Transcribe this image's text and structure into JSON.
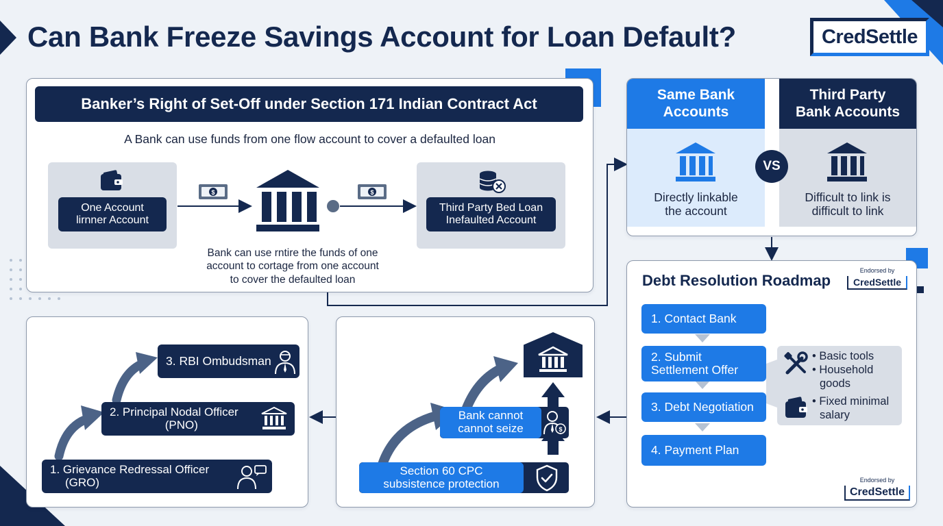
{
  "header": {
    "title": "Can Bank Freeze Savings Account for Loan Default?",
    "logo": "CredSettle"
  },
  "setoff": {
    "banner": "Banker’s Right of Set-Off under Section 171 Indian Contract Act",
    "subtitle": "A Bank can use funds from one flow account to cover a defaulted loan",
    "left_box": [
      "One Account",
      "lirnner Account"
    ],
    "right_box": [
      "Third Party Bed Loan",
      "Inefaulted Account"
    ],
    "caption": [
      "Bank can use rntire the funds of one",
      "account to cortage from one account",
      "to cover the defaulted loan"
    ]
  },
  "compare": {
    "left_header": [
      "Same Bank",
      "Accounts"
    ],
    "right_header": [
      "Third Party",
      "Bank Accounts"
    ],
    "vs": "VS",
    "left_text": [
      "Directly linkable",
      "the account"
    ],
    "right_text": [
      "Difficult to link is",
      "difficult to link"
    ]
  },
  "roadmap": {
    "title": "Debt Resolution Roadmap",
    "endorsed_label": "Endorsed by",
    "endorsed_logo": "CredSettle",
    "steps": [
      "1. Contact Bank",
      "2. Submit\nSettlement Offer",
      "3. Debt Negotiation",
      "4. Payment Plan"
    ],
    "exempt": [
      "• Basic tools",
      "• Household",
      "goods",
      "• Fixed minimal",
      "salary"
    ],
    "footer_label": "Endorsed by",
    "footer_logo": "CredSettle"
  },
  "protection": {
    "section60": [
      "Section 60 CPC",
      "subsistence protection"
    ],
    "cannot_seize": [
      "Bank cannot",
      "cannot seize"
    ]
  },
  "escalation": {
    "step1": [
      "1. Grievance Redressal Officer",
      "(GRO)"
    ],
    "step2": [
      "2. Principal Nodal Officer",
      "(PNO)"
    ],
    "step3": "3. RBI Ombudsman"
  }
}
